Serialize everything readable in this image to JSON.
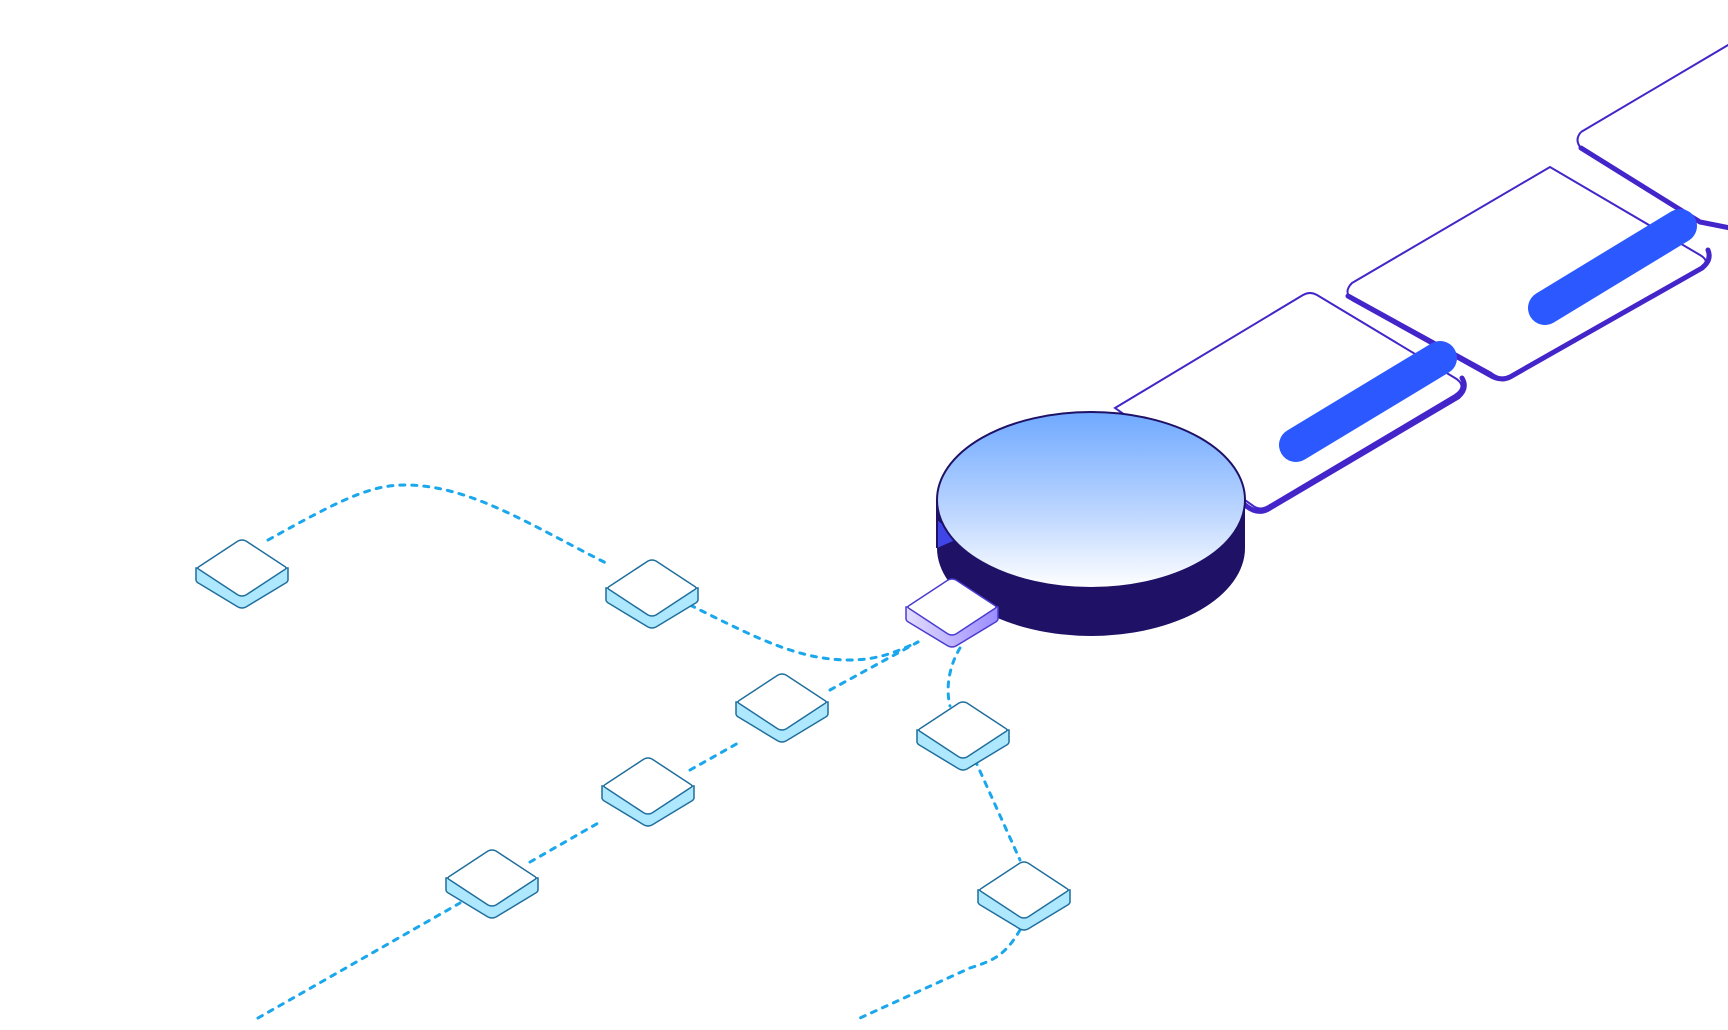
{
  "diagram": {
    "colors": {
      "connector": "#1aa7ec",
      "node_outline": "#1f6e9c",
      "node_fill": "#ffffff",
      "node_side": "#aee8ff",
      "highlight_outline": "#4a3bd0",
      "highlight_side": "#9b8cff",
      "card_outline": "#4325c9",
      "card_bar": "#2b59ff",
      "disc_top_start": "#6fa9ff",
      "disc_top_end": "#ffffff",
      "disc_side": "#1e1166"
    },
    "nodes": [
      {
        "id": "node-1",
        "icon": "isometric-tile"
      },
      {
        "id": "node-2",
        "icon": "isometric-tile"
      },
      {
        "id": "node-3",
        "icon": "isometric-tile"
      },
      {
        "id": "node-4",
        "icon": "isometric-tile"
      },
      {
        "id": "node-5",
        "icon": "isometric-tile"
      },
      {
        "id": "node-6",
        "icon": "isometric-tile"
      },
      {
        "id": "node-7",
        "icon": "isometric-tile"
      },
      {
        "id": "hub-node",
        "icon": "isometric-tile-highlighted"
      }
    ],
    "hub": {
      "icon": "isometric-disc"
    },
    "cards": [
      {
        "id": "card-1",
        "icon": "isometric-card-with-bar"
      },
      {
        "id": "card-2",
        "icon": "isometric-card-with-bar"
      },
      {
        "id": "card-3",
        "icon": "isometric-card-with-bar"
      }
    ]
  }
}
